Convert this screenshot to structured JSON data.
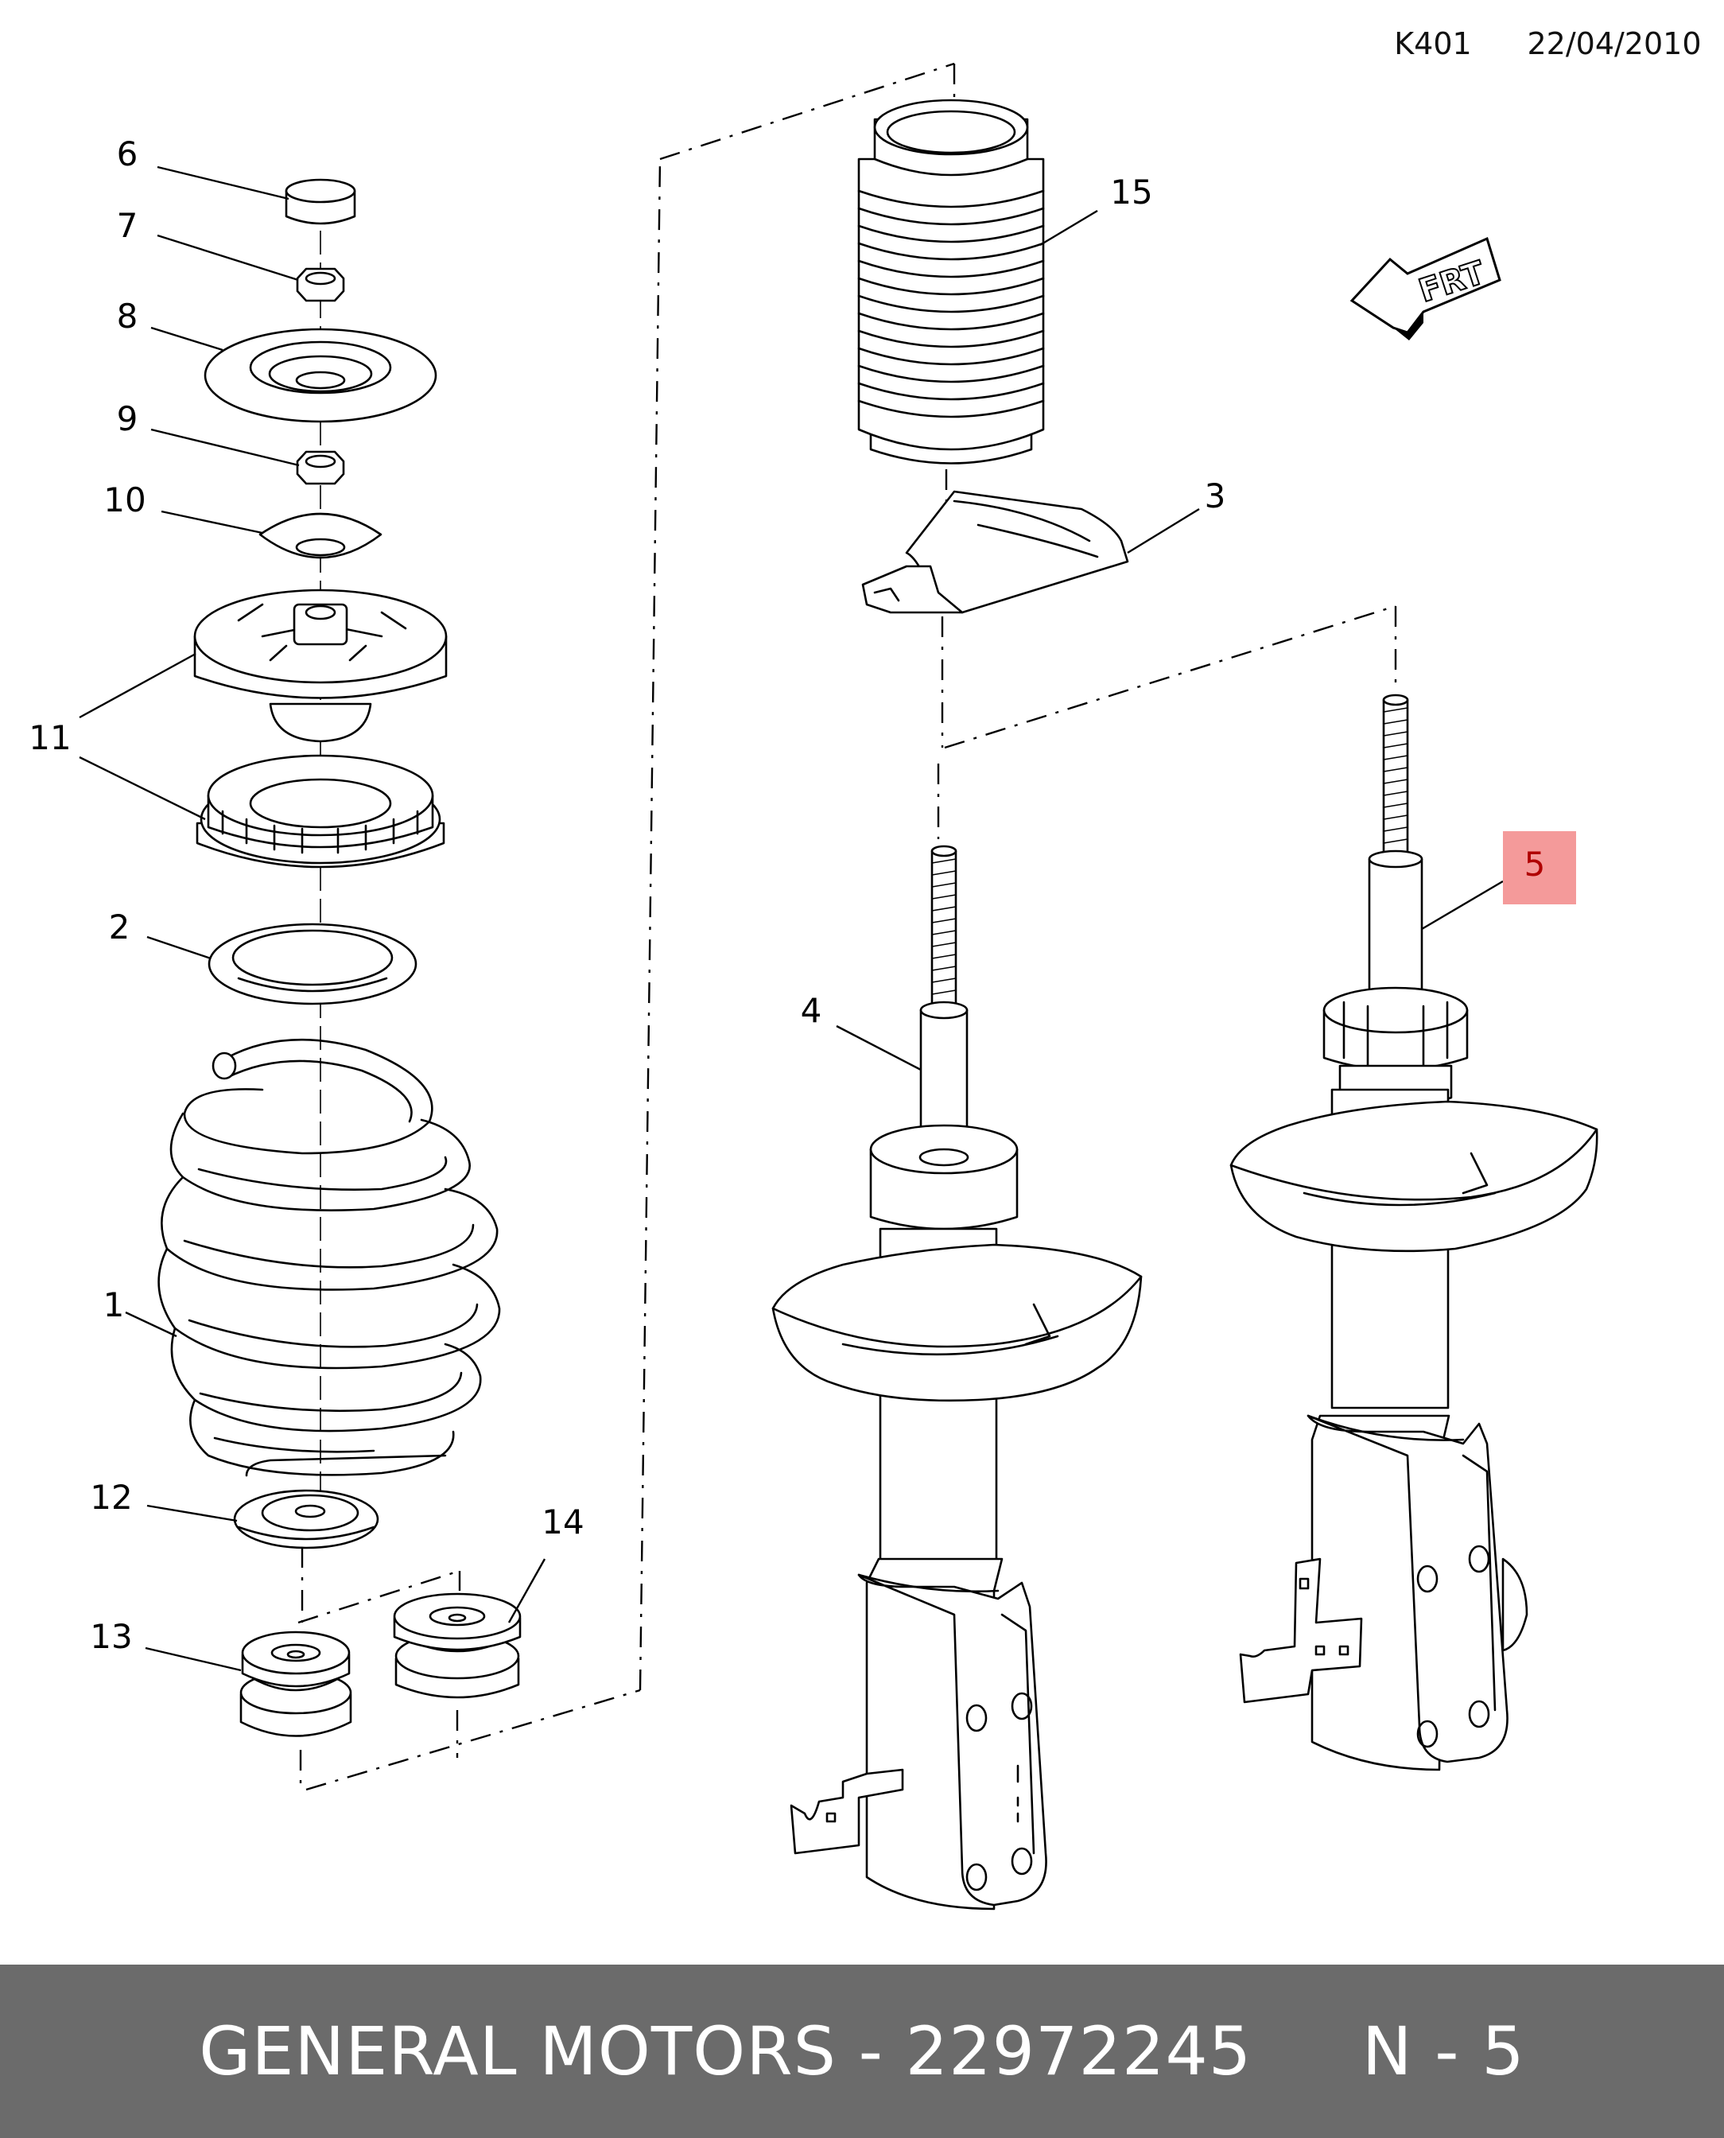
{
  "header": {
    "code": "K401",
    "date": "22/04/2010"
  },
  "orientation": {
    "label": "FRT"
  },
  "highlight_color": "#f49a9a",
  "callouts": {
    "c1": "1",
    "c2": "2",
    "c3": "3",
    "c4": "4",
    "c5": "5",
    "c6": "6",
    "c7": "7",
    "c8": "8",
    "c9": "9",
    "c10": "10",
    "c11": "11",
    "c12": "12",
    "c13": "13",
    "c14": "14",
    "c15": "15"
  },
  "highlighted_callout": "5",
  "footer": {
    "text": "GENERAL MOTORS - 22972245     N - 5"
  }
}
